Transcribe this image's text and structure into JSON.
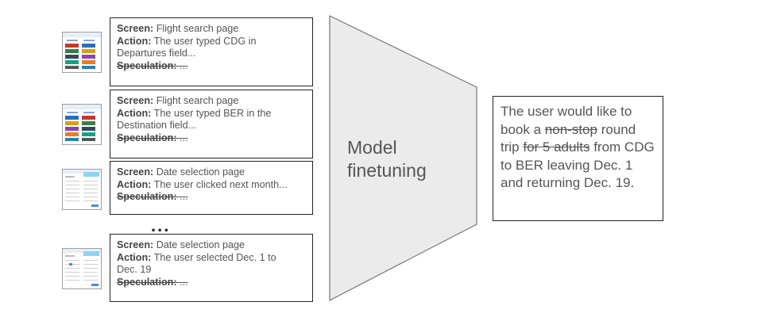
{
  "cards": [
    {
      "screen_label": "Screen:",
      "screen_value": "Flight search page",
      "action_label": "Action:",
      "action_lines": [
        "The user typed CDG in",
        "Departures field..."
      ],
      "speculation_label": "Speculation:",
      "speculation_value": "..."
    },
    {
      "screen_label": "Screen:",
      "screen_value": "Flight search page",
      "action_label": "Action:",
      "action_lines": [
        "The user typed BER in the",
        "Destination field..."
      ],
      "speculation_label": "Speculation:",
      "speculation_value": "..."
    },
    {
      "screen_label": "Screen:",
      "screen_value": "Date selection page",
      "action_label": "Action:",
      "action_lines": [
        "The user clicked next month..."
      ],
      "speculation_label": "Speculation:",
      "speculation_value": "..."
    },
    {
      "screen_label": "Screen:",
      "screen_value": "Date selection page",
      "action_label": "Action:",
      "action_lines": [
        "The user selected Dec. 1 to",
        "Dec. 19"
      ],
      "speculation_label": "Speculation:",
      "speculation_value": "..."
    }
  ],
  "ellipsis": "...",
  "model": {
    "line1": "Model",
    "line2": "finetuning"
  },
  "output": {
    "p1": "The user would like to book a",
    "p2_struck": "non-stop",
    "p3": "round trip",
    "p4_struck": "for 5 adults",
    "p5": "from CDG to BER leaving Dec. 1 and returning Dec. 19."
  }
}
